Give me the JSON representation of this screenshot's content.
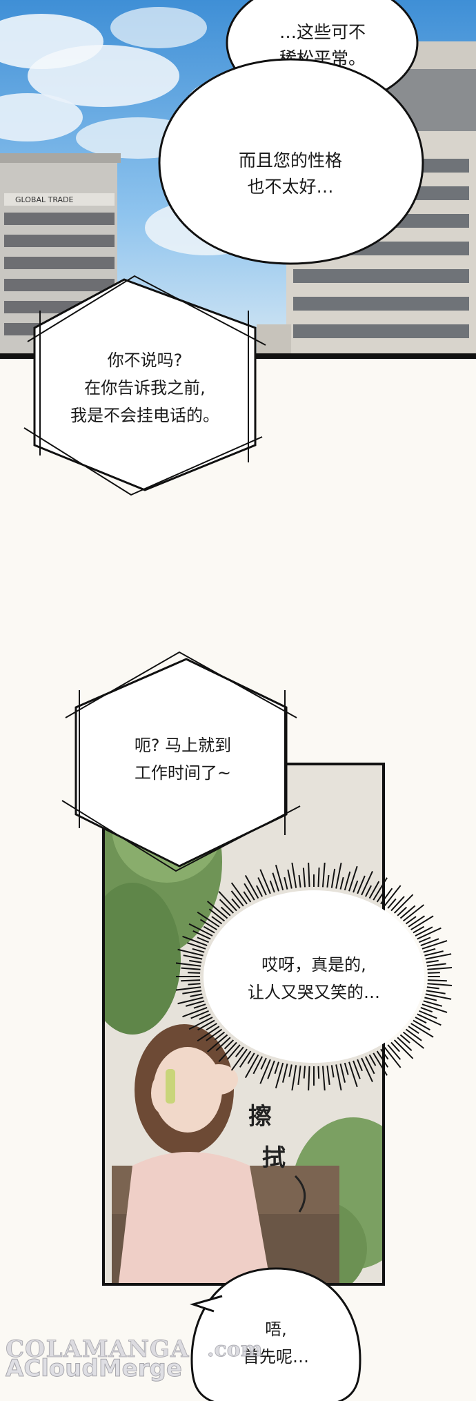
{
  "bubbles": {
    "b1": [
      "…这些可不",
      "稀松平常。"
    ],
    "b2": [
      "而且您的性格",
      "也不太好…"
    ],
    "b3": [
      "你不说吗?",
      "在你告诉我之前,",
      "我是不会挂电话的。"
    ],
    "b4": [
      "呃? 马上就到",
      "工作时间了~"
    ],
    "b5": [
      "哎呀，真是的,",
      "让人又哭又笑的…"
    ],
    "b6": [
      "唔,",
      "首先呢…"
    ]
  },
  "sfx": {
    "c1": "擦",
    "c2": "拭"
  },
  "building_sign": "GLOBAL TRADE",
  "watermark": {
    "line1": "COLAMANGA",
    "line2": "ACloudMerge",
    "line3": ".com"
  }
}
